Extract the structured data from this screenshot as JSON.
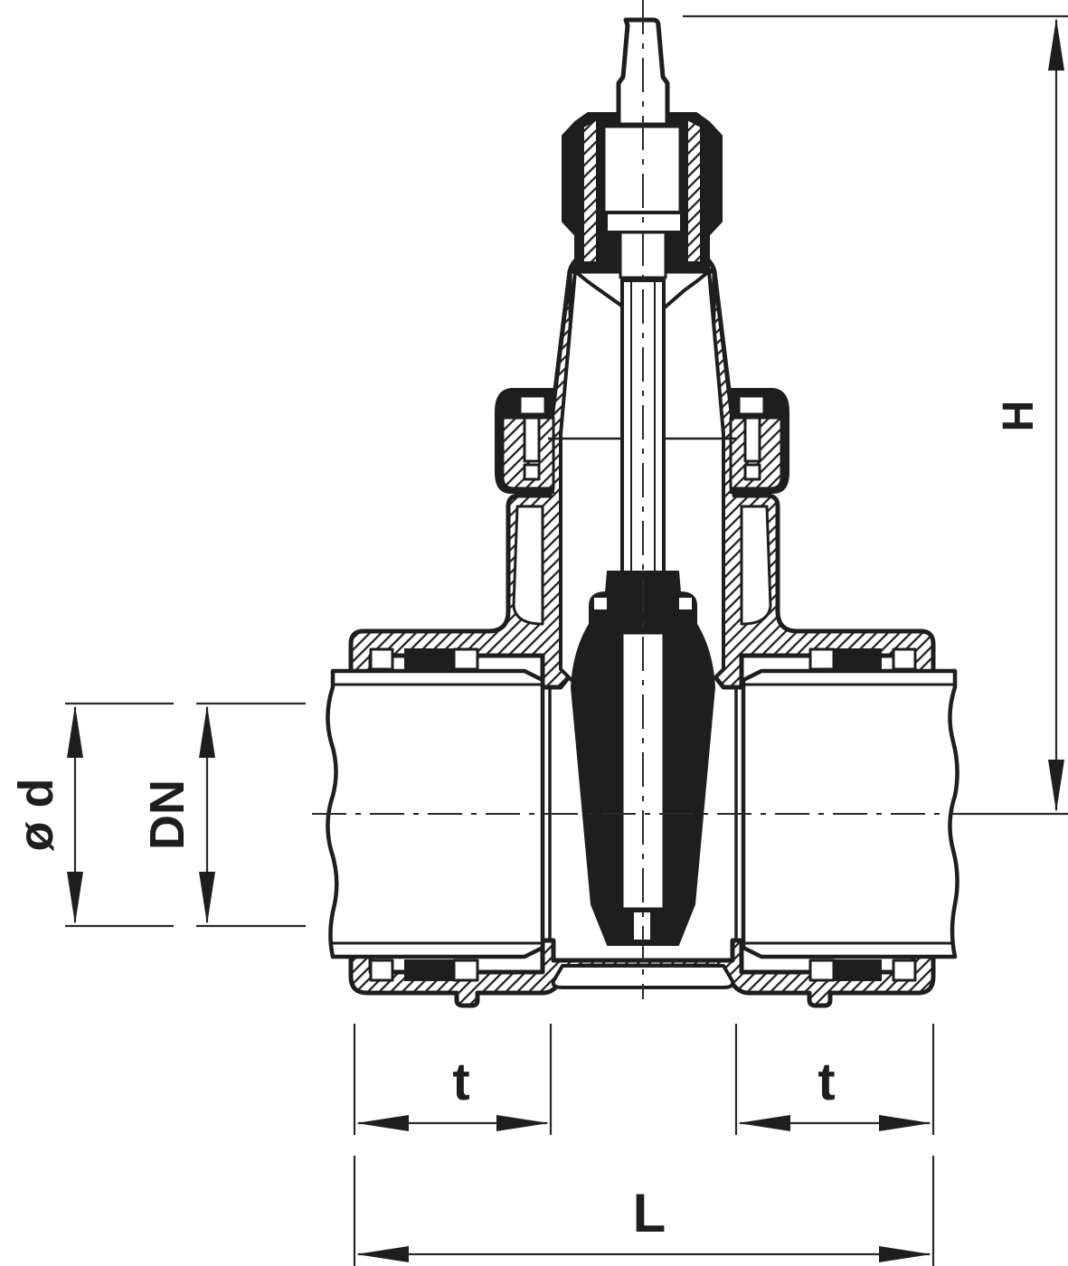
{
  "drawing": {
    "subject": "Gate valve cross-section with push-in socket ends",
    "colors": {
      "line": "#1e1e1e",
      "background": "#ffffff",
      "hatch": "#1e1e1e"
    }
  },
  "dimensions": {
    "height": {
      "label": "H"
    },
    "outer_diameter": {
      "label": "ø d"
    },
    "nominal_diameter": {
      "label": "DN"
    },
    "socket_depth_left": {
      "label": "t"
    },
    "socket_depth_right": {
      "label": "t"
    },
    "length": {
      "label": "L"
    }
  }
}
